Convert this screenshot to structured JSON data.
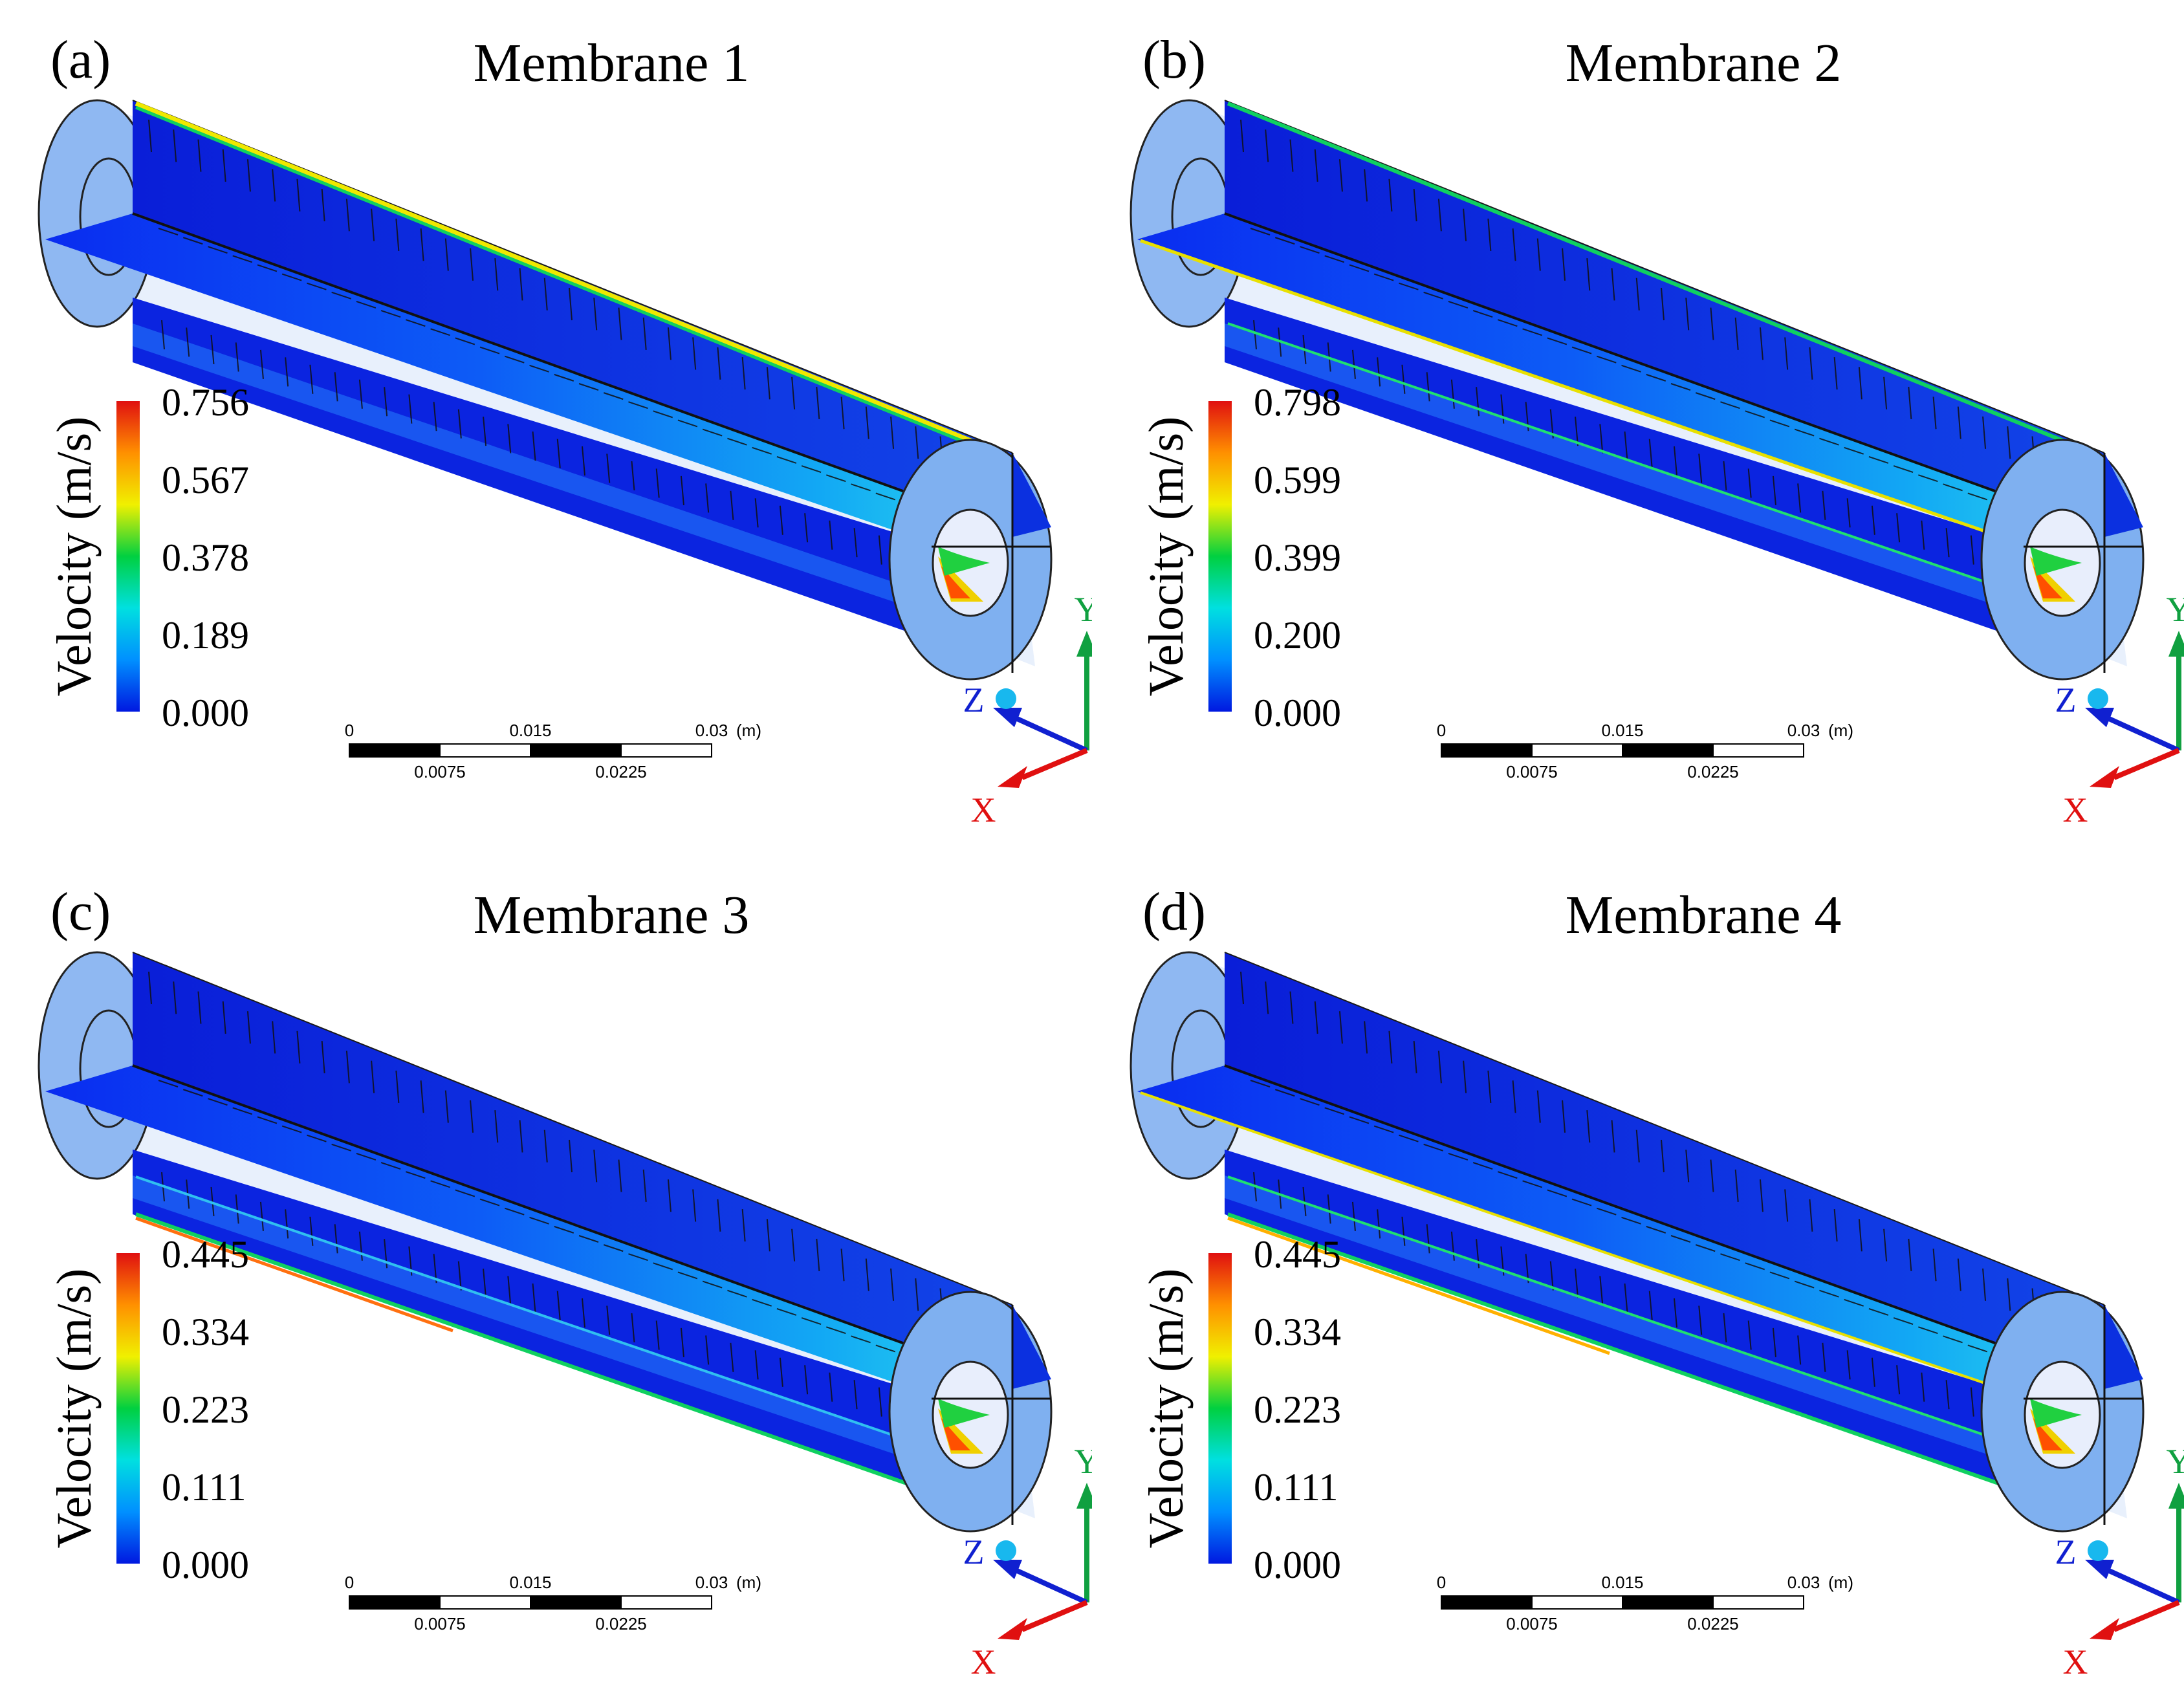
{
  "figure": {
    "panels": [
      {
        "id": "a",
        "tag": "(a)",
        "title": "Membrane 1",
        "colorbar": {
          "label": "Velocity (m/s)",
          "ticks": [
            "0.756",
            "0.567",
            "0.378",
            "0.189",
            "0.000"
          ]
        },
        "highlight": "top"
      },
      {
        "id": "b",
        "tag": "(b)",
        "title": "Membrane 2",
        "colorbar": {
          "label": "Velocity (m/s)",
          "ticks": [
            "0.798",
            "0.599",
            "0.399",
            "0.200",
            "0.000"
          ]
        },
        "highlight": "top-mid"
      },
      {
        "id": "c",
        "tag": "(c)",
        "title": "Membrane 3",
        "colorbar": {
          "label": "Velocity (m/s)",
          "ticks": [
            "0.445",
            "0.334",
            "0.223",
            "0.111",
            "0.000"
          ]
        },
        "highlight": "bottom"
      },
      {
        "id": "d",
        "tag": "(d)",
        "title": "Membrane 4",
        "colorbar": {
          "label": "Velocity (m/s)",
          "ticks": [
            "0.445",
            "0.334",
            "0.223",
            "0.111",
            "0.000"
          ]
        },
        "highlight": "bottom-mid"
      }
    ],
    "scalebar": {
      "top_labels": [
        "0",
        "0.015",
        "0.03"
      ],
      "unit": "(m)",
      "bottom_labels": [
        "0.0075",
        "0.0225"
      ]
    },
    "axes": {
      "x": "X",
      "y": "Y",
      "z": "Z"
    },
    "colormap": [
      "#0018e0",
      "#0090ff",
      "#00e0e0",
      "#00d040",
      "#f0f000",
      "#ff9000",
      "#e01010"
    ]
  }
}
